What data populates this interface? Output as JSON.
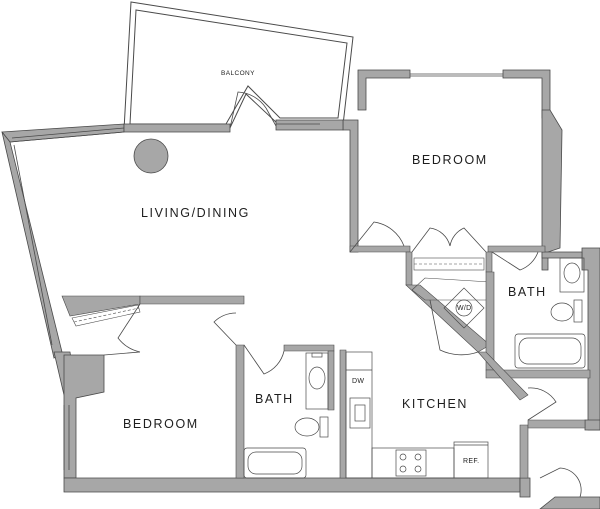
{
  "floorplan": {
    "rooms": {
      "balcony": "BALCONY",
      "living_dining": "LIVING/DINING",
      "bedroom_1": "BEDROOM",
      "bath_1": "BATH",
      "bedroom_2": "BEDROOM",
      "bath_2": "BATH",
      "kitchen": "KITCHEN"
    },
    "fixtures": {
      "washer_dryer": "W/D",
      "dishwasher": "DW",
      "refrigerator": "REF."
    },
    "colors": {
      "wall_fill": "#a7a7a7",
      "line": "#4a4a4a",
      "background": "#ffffff"
    }
  }
}
